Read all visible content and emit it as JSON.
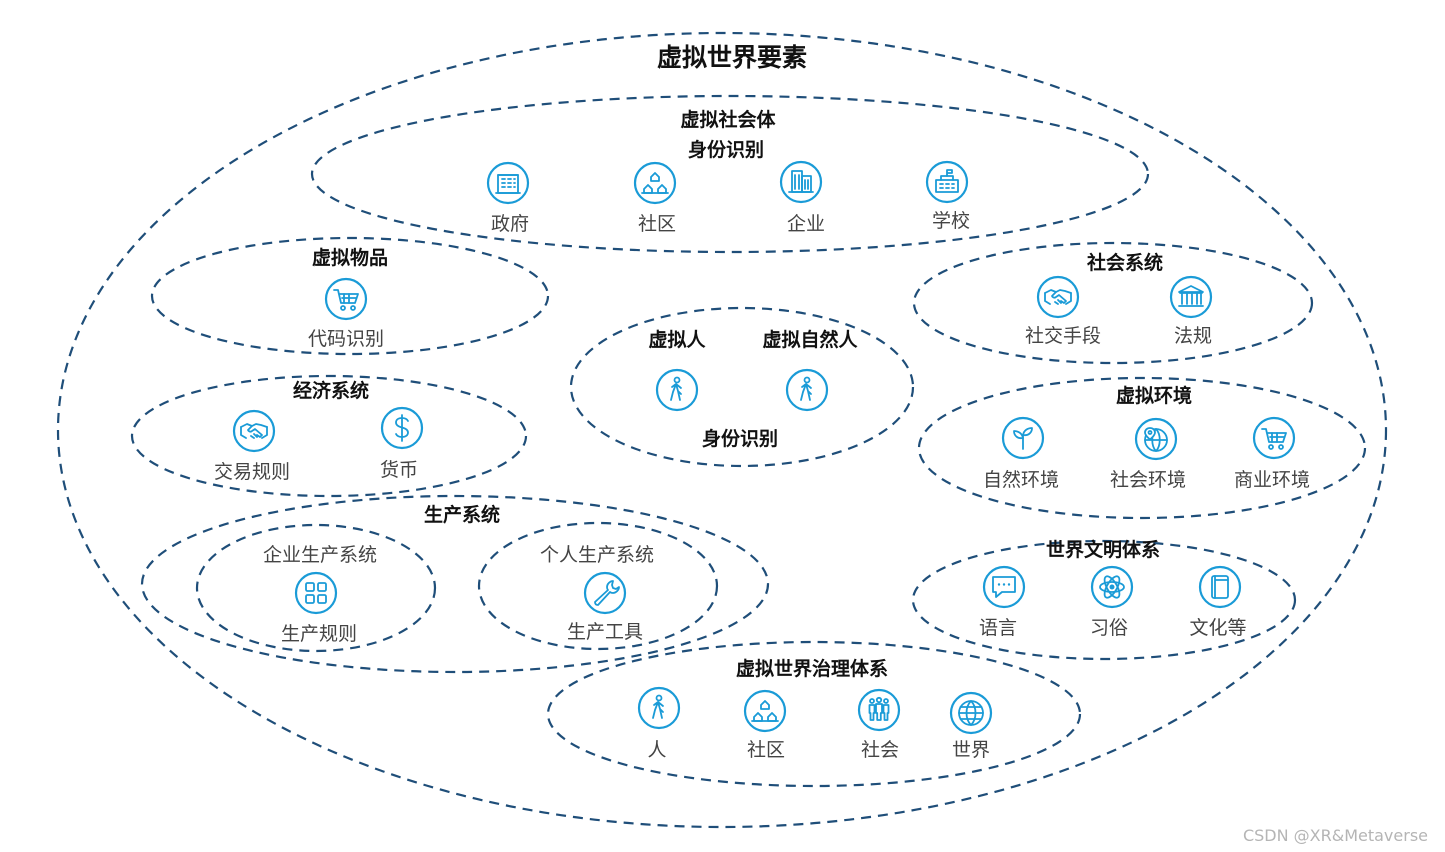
{
  "title": "虚拟世界要素",
  "groups": {
    "society": {
      "title": "虚拟社会体",
      "subtitle": "身份识别",
      "items": [
        "政府",
        "社区",
        "企业",
        "学校"
      ]
    },
    "goods": {
      "title": "虚拟物品",
      "items": [
        "代码识别"
      ]
    },
    "person": {
      "title_left": "虚拟人",
      "title_right": "虚拟自然人",
      "footer": "身份识别"
    },
    "social_system": {
      "title": "社会系统",
      "items": [
        "社交手段",
        "法规"
      ]
    },
    "economy": {
      "title": "经济系统",
      "items": [
        "交易规则",
        "货币"
      ]
    },
    "environment": {
      "title": "虚拟环境",
      "items": [
        "自然环境",
        "社会环境",
        "商业环境"
      ]
    },
    "production": {
      "title": "生产系统",
      "enterprise": {
        "title": "企业生产系统",
        "item": "生产规则"
      },
      "personal": {
        "title": "个人生产系统",
        "item": "生产工具"
      }
    },
    "civilization": {
      "title": "世界文明体系",
      "items": [
        "语言",
        "习俗",
        "文化等"
      ]
    },
    "governance": {
      "title": "虚拟世界治理体系",
      "items": [
        "人",
        "社区",
        "社会",
        "世界"
      ]
    }
  },
  "icons": {
    "gov": "building-icon",
    "community": "houses-icon",
    "company": "office-icon",
    "school": "school-icon",
    "goods": "cart-icon",
    "person": "walking-person-icon",
    "natural_person": "walking-person-icon",
    "social_means": "handshake-icon",
    "law": "courthouse-icon",
    "trade": "handshake-icon",
    "currency": "dollar-icon",
    "nature": "sprout-icon",
    "social_env": "globe-pin-icon",
    "commerce": "cart-icon",
    "rules": "grid-icon",
    "tools": "wrench-icon",
    "language": "chat-icon",
    "custom": "atom-icon",
    "culture": "book-icon",
    "gov_person": "walking-person-icon",
    "gov_community": "houses-icon",
    "gov_society": "people-icon",
    "gov_world": "globe-icon"
  },
  "watermark": "CSDN @XR&Metaverse",
  "colors": {
    "ellipse_stroke": "#1f4e79",
    "icon_accent": "#1a9bd7"
  }
}
